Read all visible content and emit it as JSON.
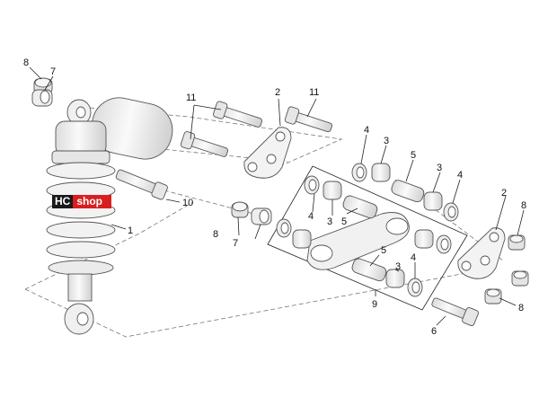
{
  "watermark": {
    "left": "HC",
    "right": "shop"
  },
  "callouts": {
    "c8_top_left": "8",
    "c7_top_left": "7",
    "c1": "1",
    "c10": "10",
    "c11_left": "11",
    "c2_top": "2",
    "c11_right": "11",
    "c4_top": "4",
    "c3_top": "3",
    "c5_top": "5",
    "c3_top_right": "3",
    "c4_right": "4",
    "c4_mid": "4",
    "c3_mid": "3",
    "c5_mid": "5",
    "c8_mid": "8",
    "c7_mid": "7",
    "c2_right": "2",
    "c8_right_top": "8",
    "c5_low": "5",
    "c3_low": "3",
    "c4_low": "4",
    "c9": "9",
    "c8_right_bottom": "8",
    "c6": "6"
  },
  "colors": {
    "part_fill": "#f4f4f4",
    "part_shade": "#e2e2e2",
    "line": "#555555"
  }
}
